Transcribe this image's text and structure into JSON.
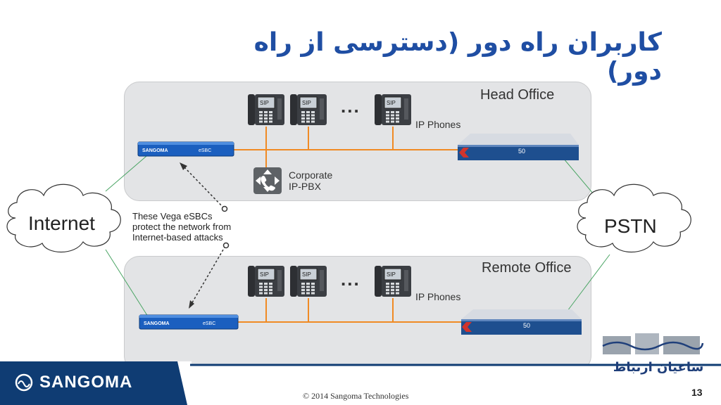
{
  "title": "کاربران راه دور (دسترسی از راه دور)",
  "head_office": {
    "label": "Head Office",
    "phones_label": "IP Phones",
    "pbx_label_line1": "Corporate",
    "pbx_label_line2": "IP-PBX",
    "ellipsis": "...",
    "device_gateway_number": "50"
  },
  "remote_office": {
    "label": "Remote Office",
    "phones_label": "IP Phones",
    "ellipsis": "...",
    "device_gateway_number": "50"
  },
  "phone_screen_label": "SIP",
  "clouds": {
    "left": "Internet",
    "right": "PSTN"
  },
  "note": {
    "line1": "These Vega eSBCs",
    "line2": "protect the network from",
    "line3": "Internet-based attacks"
  },
  "footer": {
    "brand": "SANGOMA",
    "copyright": "© 2014 Sangoma Technologies",
    "page_number": "13",
    "partner_logo_text": "ساعیان ارتباط"
  },
  "colors": {
    "title": "#1f4ea3",
    "office_bg": "#e3e4e6",
    "lan_line": "#f08a24",
    "wan_line": "#4aa564",
    "footer_bar": "#0f3c73"
  },
  "icons": [
    "sip-phone-icon",
    "pbx-icon",
    "sbc-device-icon",
    "gateway-device-icon",
    "cloud-icon",
    "sangoma-logo-icon"
  ]
}
